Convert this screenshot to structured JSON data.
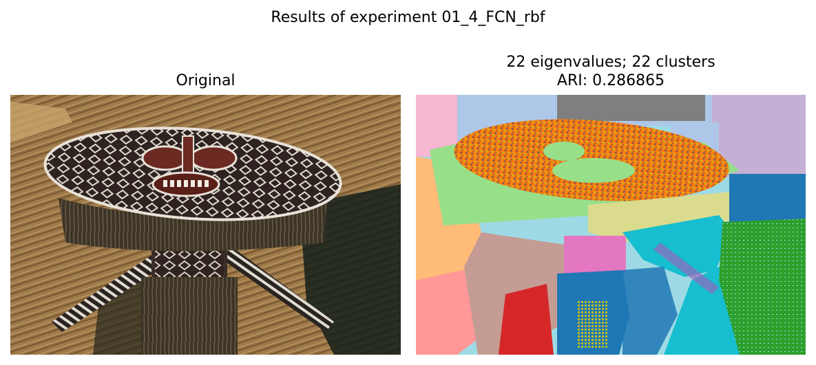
{
  "figure": {
    "suptitle": "Results of experiment 01_4_FCN_rbf"
  },
  "left_axes": {
    "title": "Original",
    "image_label": "mask-photo"
  },
  "right_axes": {
    "title_line1": "22 eigenvalues; 22 clusters",
    "title_line2": "ARI: 0.286865",
    "image_label": "segmentation-map"
  },
  "colors": {
    "thatch_light": "#b08a55",
    "thatch_dark": "#5a4024",
    "mask_dark": "#2e2320",
    "mask_white": "#e8e2d8",
    "mask_red": "#6b2a22",
    "fringe": "#4a4030",
    "bg_shadow": "#14201a",
    "seg_lightblue": "#aec7e8",
    "seg_gray": "#7f7f7f",
    "seg_lavender": "#c5b0d5",
    "seg_pink": "#f7b6d2",
    "seg_green_light": "#98df8a",
    "seg_orange": "#ff7f0e",
    "seg_brown": "#8c564b",
    "seg_peach": "#ffbb78",
    "seg_salmon": "#ff9896",
    "seg_olive_light": "#dbdb8d",
    "seg_blue": "#1f77b4",
    "seg_cyan": "#17becf",
    "seg_cyan_light": "#9edae5",
    "seg_green": "#2ca02c",
    "seg_rose": "#e377c2",
    "seg_red": "#d62728",
    "seg_purple": "#9467bd",
    "seg_olive": "#bcbd22",
    "seg_tan": "#c49c94"
  }
}
